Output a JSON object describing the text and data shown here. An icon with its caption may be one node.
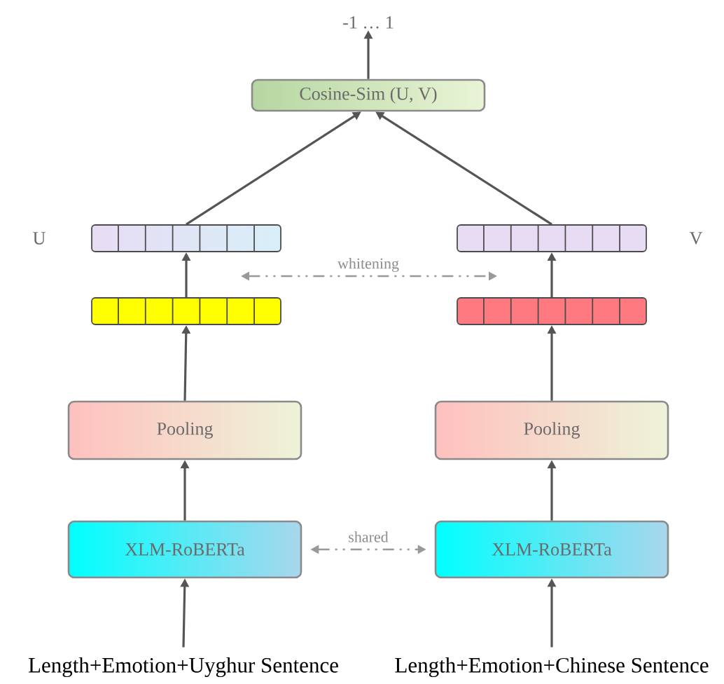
{
  "diagram": {
    "nodes": [
      {
        "text": [
          "-1 … 1"
        ]
      },
      {
        "text": [
          "Cosine-Sim (U, V)"
        ]
      },
      {
        "text": [],
        "shape": "bar",
        "beside": [
          "U"
        ]
      },
      {
        "text": [],
        "shape": "bar",
        "beside": [
          "V"
        ]
      },
      {
        "text": [],
        "shape": "bar"
      },
      {
        "text": [],
        "shape": "bar"
      },
      {
        "text": [
          "Pooling"
        ]
      },
      {
        "text": [
          "Pooling"
        ]
      },
      {
        "text": [
          "XLM-RoBERTa"
        ]
      },
      {
        "text": [
          "XLM-RoBERTa"
        ]
      },
      {
        "text": [
          "Length+Emotion+Uyghur Sentence"
        ]
      },
      {
        "text": [
          "Length+Emotion+Chinese Sentence"
        ]
      }
    ],
    "edges": [
      {
        "from": 1,
        "to": 0,
        "arrow": "to"
      },
      {
        "from": 2,
        "to": 1,
        "arrow": "to"
      },
      {
        "from": 3,
        "to": 1,
        "arrow": "to"
      },
      {
        "from": 4,
        "to": 2,
        "arrow": "to"
      },
      {
        "from": 5,
        "to": 3,
        "arrow": "to"
      },
      {
        "from": 6,
        "to": 4,
        "arrow": "to"
      },
      {
        "from": 7,
        "to": 5,
        "arrow": "to"
      },
      {
        "from": 8,
        "to": 6,
        "arrow": "to"
      },
      {
        "from": 9,
        "to": 7,
        "arrow": "to"
      },
      {
        "from": 10,
        "to": 8,
        "arrow": "to"
      },
      {
        "from": 11,
        "to": 9,
        "arrow": "to"
      },
      {
        "from": 8,
        "to": 9,
        "arrow": "both",
        "style": "dashed",
        "color": "#999999",
        "label": "shared"
      }
    ],
    "labels": [
      "whitening"
    ]
  }
}
